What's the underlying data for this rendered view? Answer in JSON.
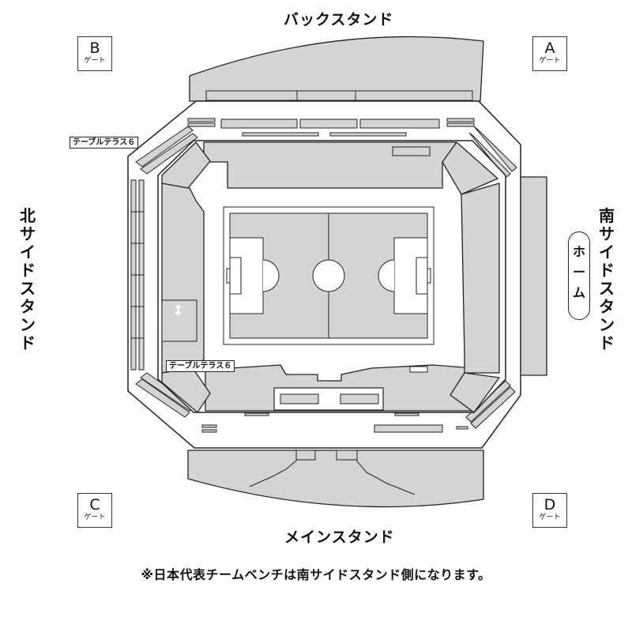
{
  "stands": {
    "back": "バックスタンド",
    "main": "メインスタンド",
    "north": "北サイドスタンド",
    "south": "南サイドスタンド"
  },
  "home_label": "ホーム",
  "gates": {
    "a": {
      "letter": "A",
      "sub": "ゲート"
    },
    "b": {
      "letter": "B",
      "sub": "ゲート"
    },
    "c": {
      "letter": "C",
      "sub": "ゲート"
    },
    "d": {
      "letter": "D",
      "sub": "ゲート"
    }
  },
  "terrace_top": "テーブルテラス６",
  "terrace_bottom": "テーブルテラス６",
  "arrow_symbol": "↕",
  "footnote": "※日本代表チームベンチは南サイドスタンド側になります。",
  "colors": {
    "seat": "#d4d4d4",
    "line": "#222222",
    "background": "#ffffff"
  }
}
